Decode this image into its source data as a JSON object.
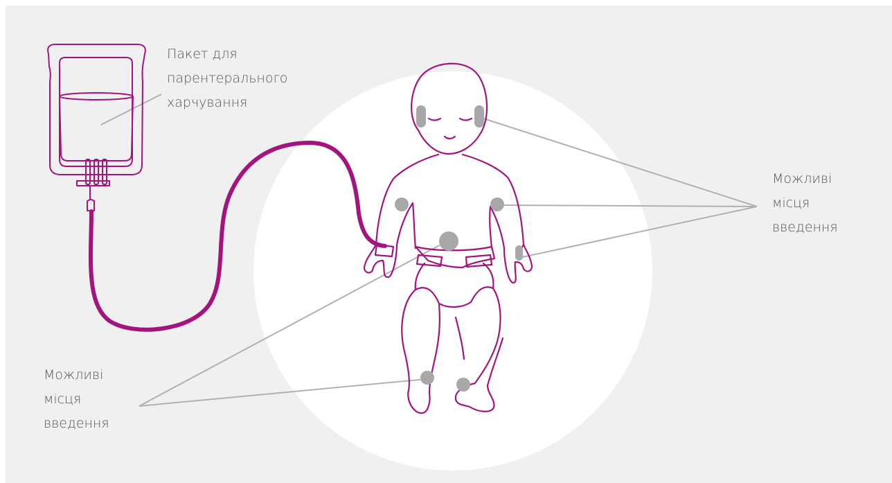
{
  "colors": {
    "background": "#f0f0f0",
    "circle": "#ffffff",
    "outline": "#a3147e",
    "marker": "#a8a8a8",
    "text": "#555555"
  },
  "labels": {
    "bag": [
      "Пакет для",
      "парентерального",
      "харчування"
    ],
    "sites_right": [
      "Можливі",
      "місця",
      "введення"
    ],
    "sites_left": [
      "Можливі",
      "місця",
      "введення"
    ]
  }
}
